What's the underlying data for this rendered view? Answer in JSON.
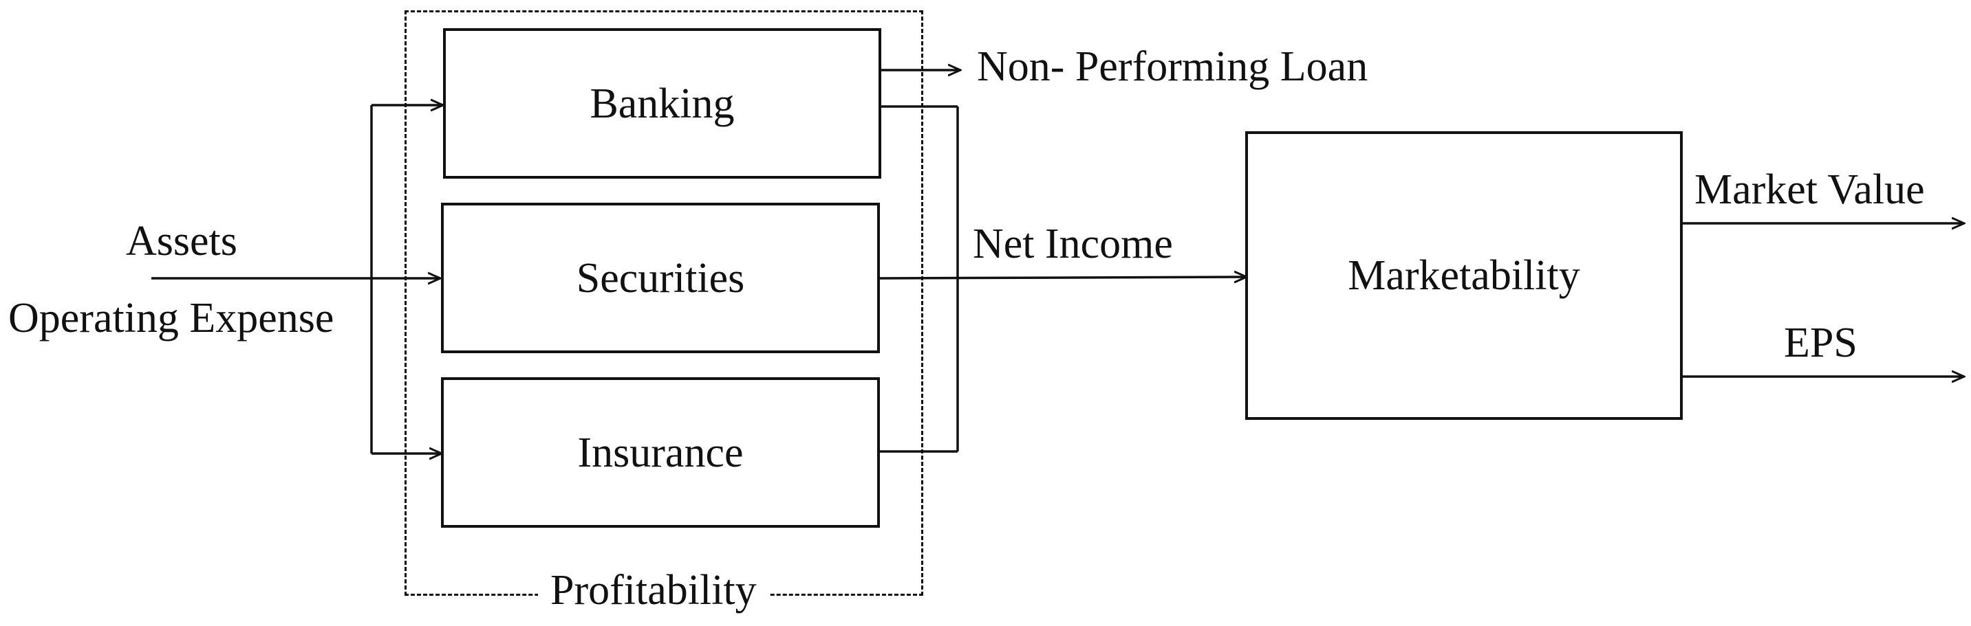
{
  "diagram": {
    "inputs": {
      "assets": "Assets",
      "operating_expense": "Operating Expense"
    },
    "profitability_group": {
      "label": "Profitability",
      "boxes": {
        "banking": "Banking",
        "securities": "Securities",
        "insurance": "Insurance"
      }
    },
    "outputs": {
      "non_performing_loan": "Non- Performing Loan",
      "net_income": "Net Income"
    },
    "marketability_box": "Marketability",
    "final_outputs": {
      "market_value": "Market Value",
      "eps": "EPS"
    },
    "colors": {
      "stroke": "#111111",
      "background": "#ffffff"
    }
  }
}
